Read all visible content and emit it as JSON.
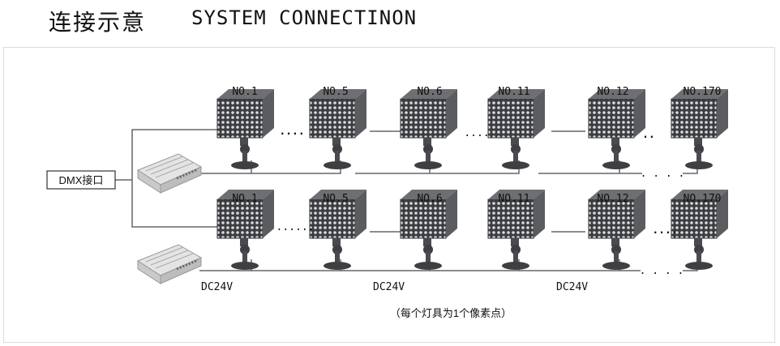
{
  "header": {
    "title_zh": "连接示意",
    "title_en": "SYSTEM CONNECTINON"
  },
  "controller": {
    "label": "DMX接口"
  },
  "rows": [
    {
      "labels": [
        "NO.1",
        "NO.5",
        "NO.6",
        "NO.11",
        "NO.12",
        "NO.170"
      ],
      "gaps": [
        "....",
        "....",
        ".."
      ],
      "tail_dots": ". . . ."
    },
    {
      "labels": [
        "NO.1",
        "NO.5",
        "NO.6",
        "NO.11",
        "NO.12",
        "NO.170"
      ],
      "gaps": [
        "......",
        "...."
      ],
      "tail_dots": ". . . .",
      "power_labels": [
        "DC24V",
        "DC24V",
        "DC24V"
      ]
    }
  ],
  "note": "（每个灯具为1个像素点）"
}
